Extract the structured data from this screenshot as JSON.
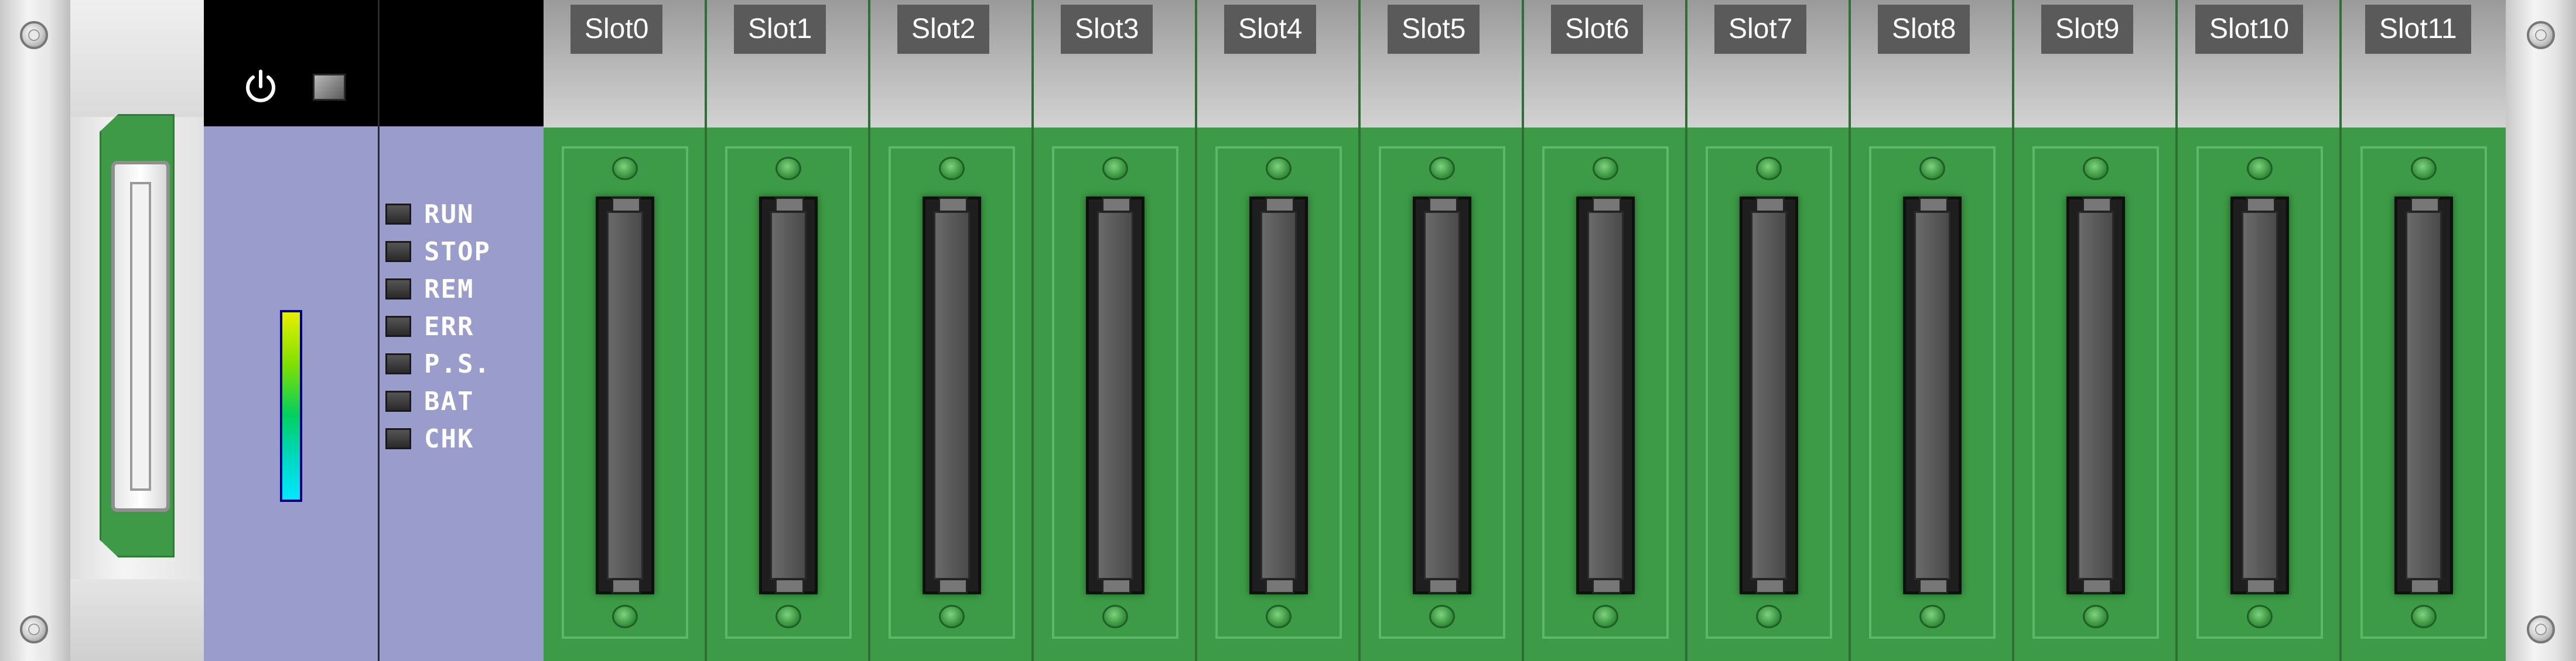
{
  "rack": {
    "power_supply": {
      "connector_icon": "ribbon-connector-icon"
    },
    "cpu": {
      "power_icon": "power-icon",
      "indicators": [
        {
          "label": "RUN"
        },
        {
          "label": "STOP"
        },
        {
          "label": "REM"
        },
        {
          "label": "ERR"
        },
        {
          "label": "P.S."
        },
        {
          "label": "BAT"
        },
        {
          "label": "CHK"
        }
      ]
    },
    "slots": [
      {
        "label": "Slot0"
      },
      {
        "label": "Slot1"
      },
      {
        "label": "Slot2"
      },
      {
        "label": "Slot3"
      },
      {
        "label": "Slot4"
      },
      {
        "label": "Slot5"
      },
      {
        "label": "Slot6"
      },
      {
        "label": "Slot7"
      },
      {
        "label": "Slot8"
      },
      {
        "label": "Slot9"
      },
      {
        "label": "Slot10"
      },
      {
        "label": "Slot11"
      }
    ]
  },
  "colors": {
    "cpu_panel": "#9a9ccc",
    "slot_board": "#3d9a46",
    "slot_label_bg": "#5a5a5a"
  }
}
